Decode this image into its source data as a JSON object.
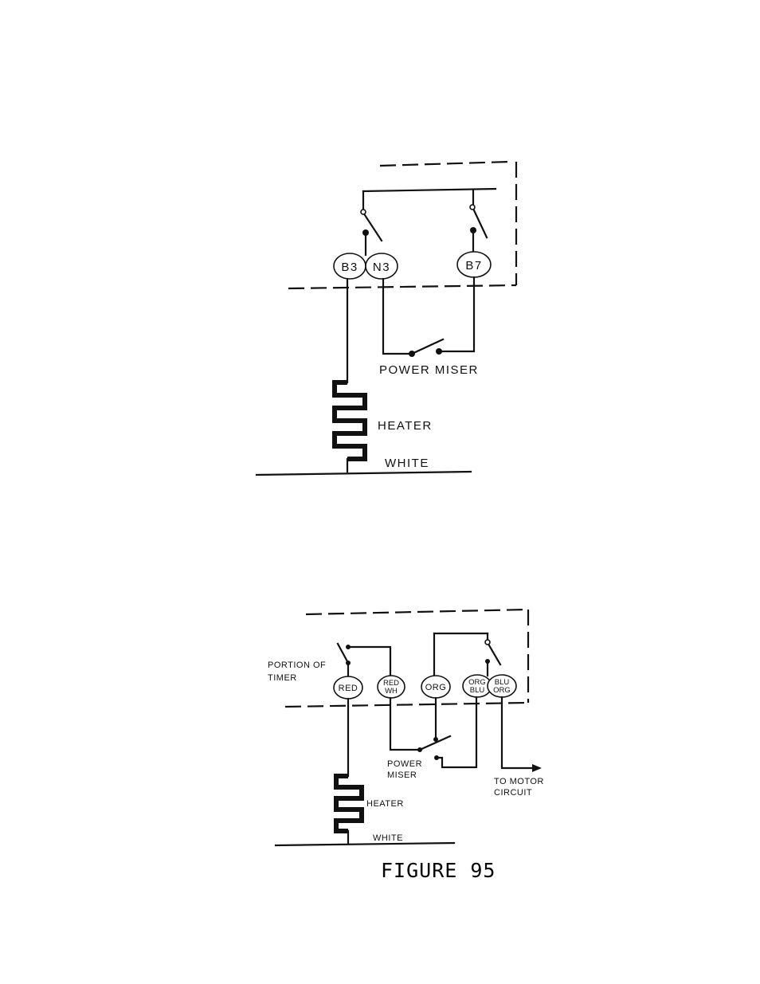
{
  "diagram_top": {
    "terminals": [
      "B3",
      "N3",
      "B7"
    ],
    "labels": {
      "power_miser": "POWER MISER",
      "heater": "HEATER",
      "white": "WHITE"
    }
  },
  "diagram_bottom": {
    "terminals": {
      "red": "RED",
      "red_wh_1": "RED",
      "red_wh_2": "WH",
      "org": "ORG",
      "org_blu_1": "ORG",
      "org_blu_2": "BLU",
      "blu_org_1": "BLU",
      "blu_org_2": "ORG"
    },
    "labels": {
      "portion_timer_1": "PORTION OF",
      "portion_timer_2": "TIMER",
      "power_miser_1": "POWER",
      "power_miser_2": "MISER",
      "motor_1": "TO MOTOR",
      "motor_2": "CIRCUIT",
      "heater": "HEATER",
      "white": "WHITE"
    }
  },
  "figure_caption": "FIGURE 95"
}
